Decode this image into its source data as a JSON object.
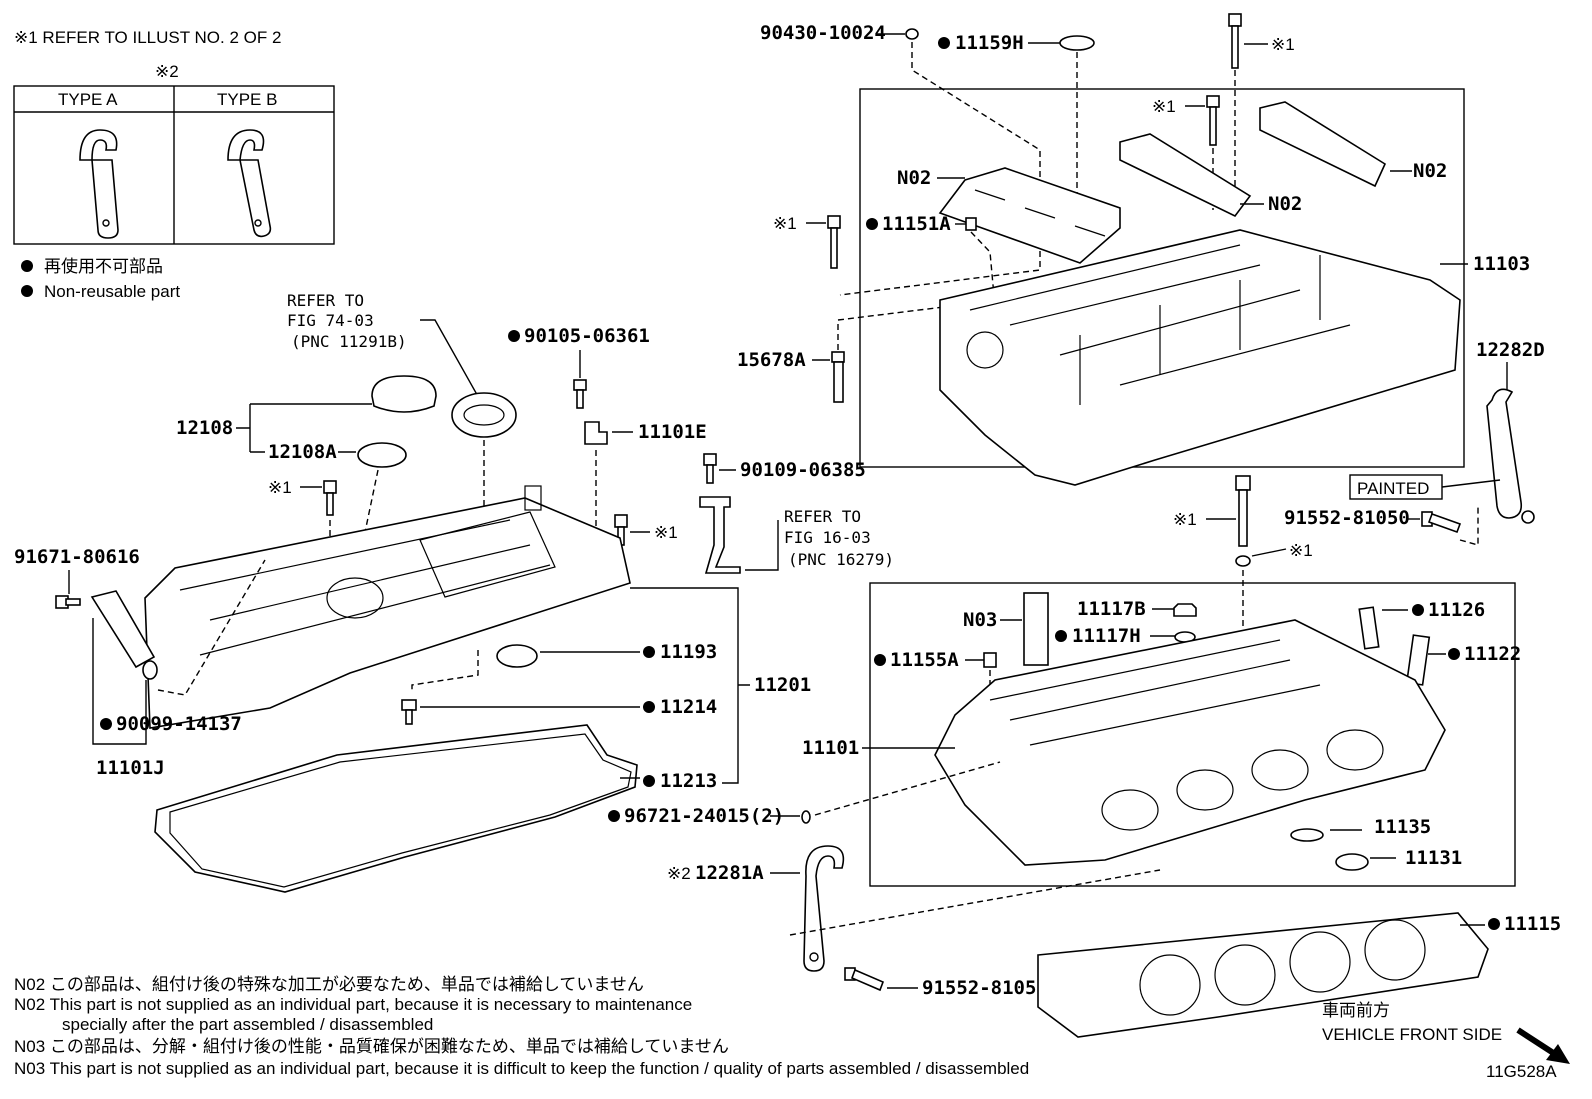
{
  "header": {
    "ref_note": "※1   REFER TO ILLUST NO. 2 OF 2",
    "type_table_mark": "※2",
    "type_a": "TYPE A",
    "type_b": "TYPE B"
  },
  "legend": {
    "jp": "再使用不可部品",
    "en": "Non-reusable part"
  },
  "callouts": {
    "p90430": "90430-10024",
    "p11159H": "11159H",
    "m1a": "※1",
    "m1b": "※1",
    "m1c": "※1",
    "m1d": "※1",
    "m1e": "※1",
    "m1f": "※1",
    "m1g": "※1",
    "n02a": "N02",
    "n02b": "N02",
    "n02c": "N02",
    "p11151A": "11151A",
    "p15678A": "15678A",
    "p11103": "11103",
    "p12282D": "12282D",
    "painted": "PAINTED",
    "p91552a": "91552-81050",
    "p91552b": "91552-81050",
    "ref74_l1": "REFER TO",
    "ref74_l2": "FIG 74-03",
    "ref74_l3": "(PNC 11291B)",
    "p90105": "90105-06361",
    "p12108": "12108",
    "p12108A": "12108A",
    "p11101E": "11101E",
    "p90109": "90109-06385",
    "ref16_l1": "REFER TO",
    "ref16_l2": "FIG 16-03",
    "ref16_l3": "(PNC 16279)",
    "p91671": "91671-80616",
    "p90099": "90099-14137",
    "p11101J": "11101J",
    "p11193": "11193",
    "p11214": "11214",
    "p11201": "11201",
    "p11213": "11213",
    "p96721": "96721-24015(2)",
    "n03": "N03",
    "p11117B": "11117B",
    "p11117H": "11117H",
    "p11126": "11126",
    "p11122": "11122",
    "p11155A": "11155A",
    "p11101": "11101",
    "p11135": "11135",
    "p11131": "11131",
    "m2": "※2",
    "p12281A": "12281A",
    "p11115": "11115"
  },
  "notes": {
    "n02_jp": "N02  この部品は、組付け後の特殊な加工が必要なため、単品では補給していません",
    "n02_en1": "N02  This part is not supplied as an individual part, because it is necessary to maintenance",
    "n02_en2": "specially after the part assembled / disassembled",
    "n03_jp": "N03  この部品は、分解・組付け後の性能・品質確保が困難なため、単品では補給していません",
    "n03_en": "N03  This part is not supplied as an individual part, because it is difficult to keep the function / quality of parts  assembled / disassembled"
  },
  "direction": {
    "jp": "車両前方",
    "en": "VEHICLE FRONT SIDE"
  },
  "illustration_id": "11G528A"
}
